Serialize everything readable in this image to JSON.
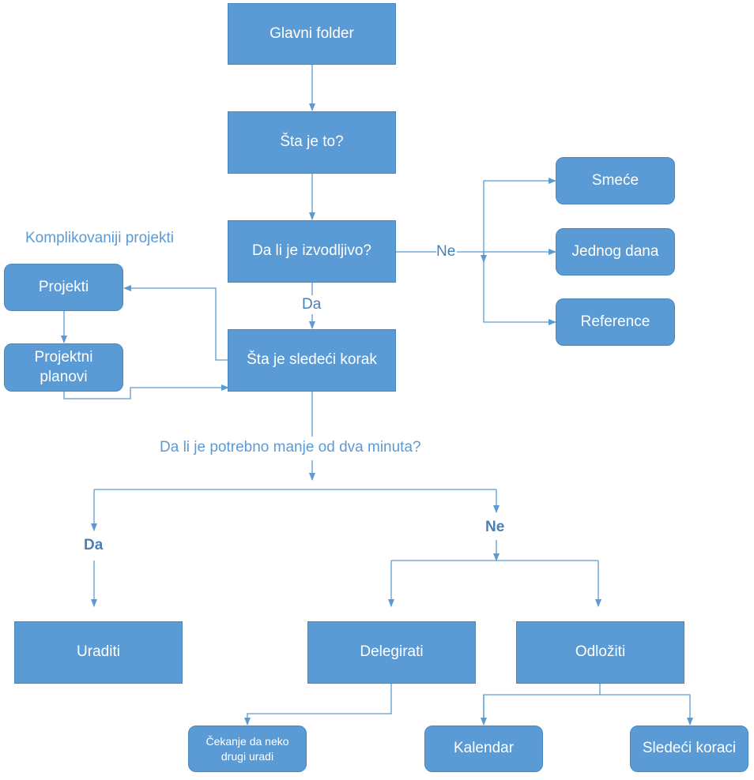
{
  "nodes": {
    "glavni_folder": "Glavni folder",
    "sta_je_to": "Šta je to?",
    "izvodljivo": "Da li je izvodljivo?",
    "smece": "Smeće",
    "jednog_dana": "Jednog dana",
    "reference": "Reference",
    "projekti": "Projekti",
    "projektni_planovi": "Projektni planovi",
    "sledeci_korak": "Šta je sledeći korak",
    "uraditi": "Uraditi",
    "delegirati": "Delegirati",
    "odloziti": "Odlоžiti",
    "cekanje": "Čekanje da neko drugi uradi",
    "kalendar": "Kalendar",
    "sledeci_koraci": "Sledeći koraci"
  },
  "labels": {
    "komplikovaniji": "Komplikovaniji projekti",
    "ne_top": "Ne",
    "da_top": "Da",
    "dva_minuta": "Da li je potrebno manje od dva minuta?",
    "da_bottom": "Da",
    "ne_bottom": "Ne"
  },
  "colors": {
    "box": "#5b9bd5",
    "line": "#5b9bd5",
    "text": "#ffffff"
  }
}
